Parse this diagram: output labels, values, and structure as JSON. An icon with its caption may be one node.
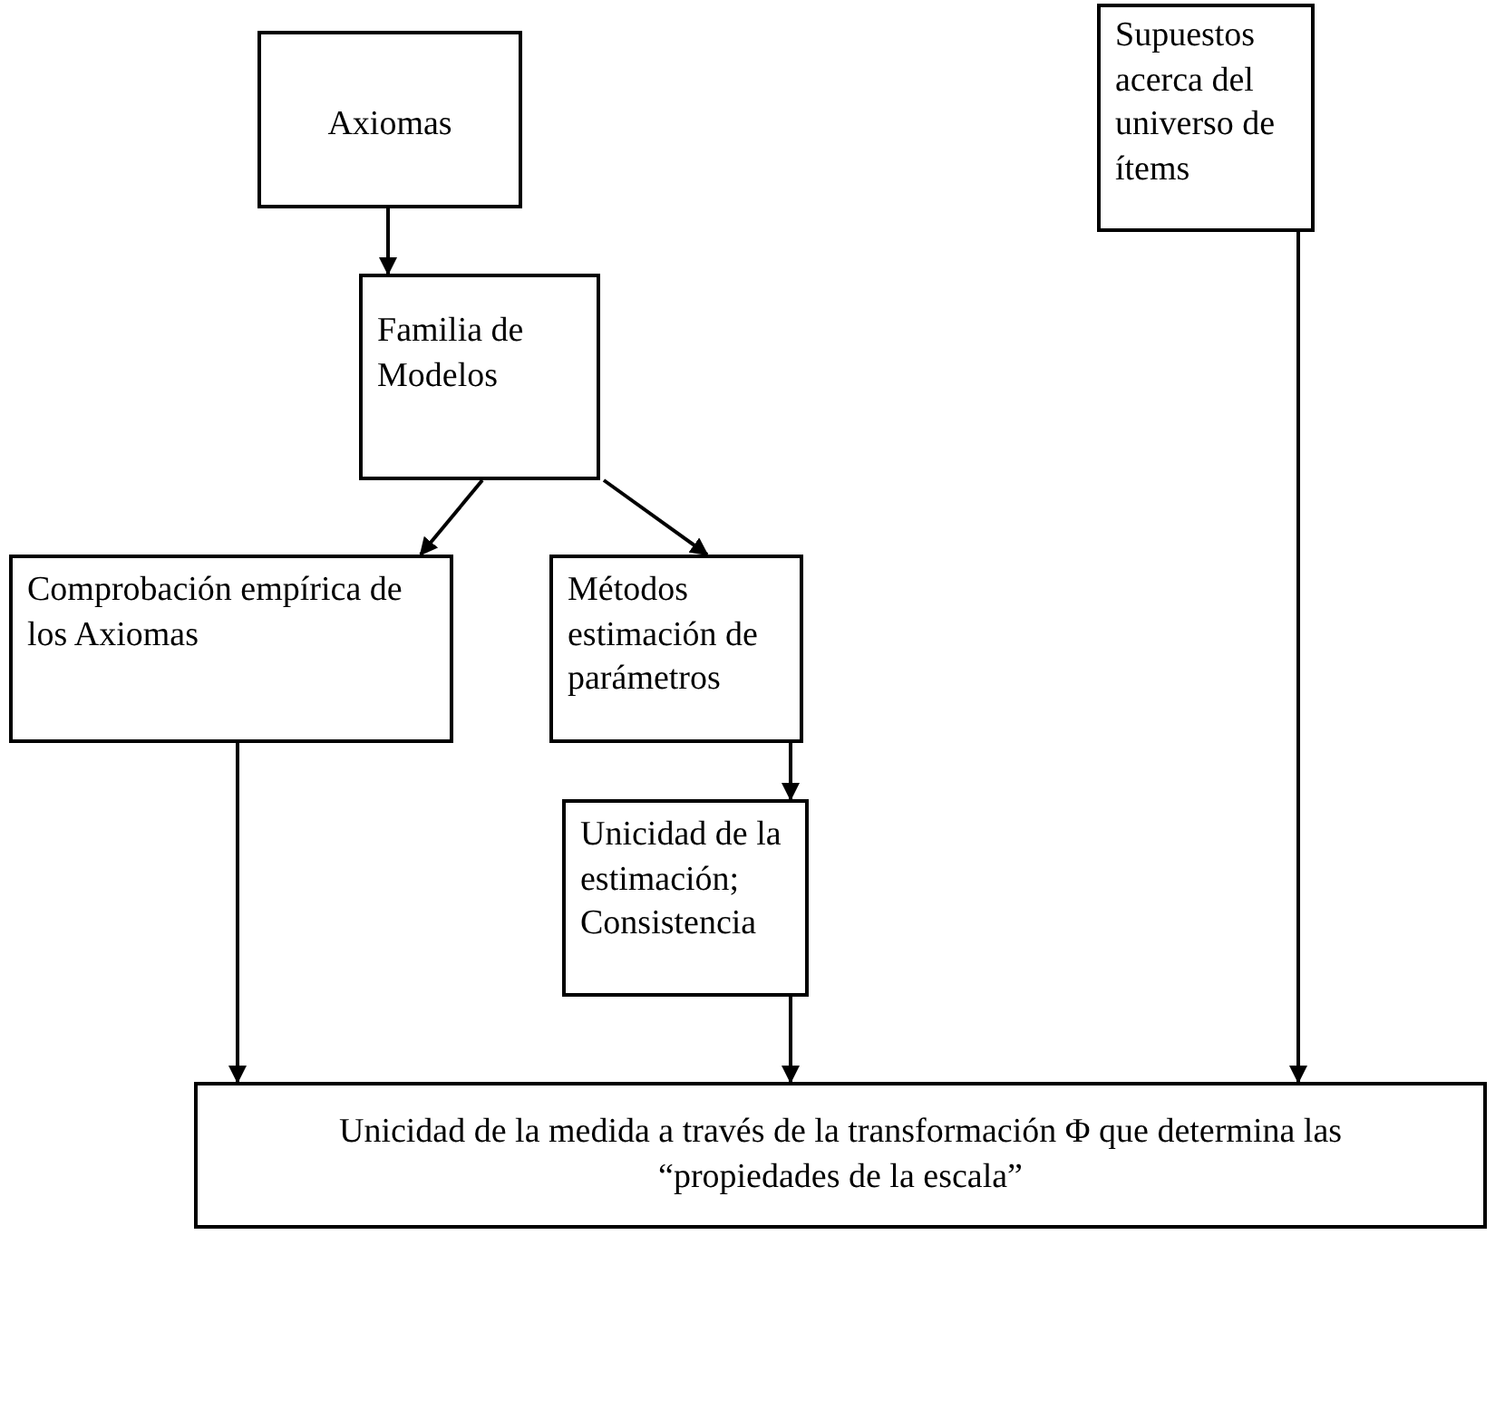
{
  "diagram": {
    "nodes": [
      {
        "text": [
          "Axiomas"
        ]
      },
      {
        "text": [
          "Familia de Modelos"
        ]
      },
      {
        "text": [
          "Comprobación empírica de los Axiomas"
        ]
      },
      {
        "text": [
          "Métodos estimación de parámetros"
        ]
      },
      {
        "text": [
          "Unicidad de la estimación; Consistencia"
        ]
      },
      {
        "text": [
          "Supuestos acerca del universo de ítems"
        ]
      },
      {
        "text": [
          "Unicidad de la medida a través de la transformación Φ que determina las “propiedades de la escala”"
        ]
      }
    ],
    "edges": [
      {
        "from": 0,
        "to": 1,
        "arrow": "to"
      },
      {
        "from": 1,
        "to": 2,
        "arrow": "to"
      },
      {
        "from": 1,
        "to": 3,
        "arrow": "to"
      },
      {
        "from": 3,
        "to": 4,
        "arrow": "to"
      },
      {
        "from": 2,
        "to": 6,
        "arrow": "to"
      },
      {
        "from": 4,
        "to": 6,
        "arrow": "to"
      },
      {
        "from": 5,
        "to": 6,
        "arrow": "to"
      }
    ]
  }
}
